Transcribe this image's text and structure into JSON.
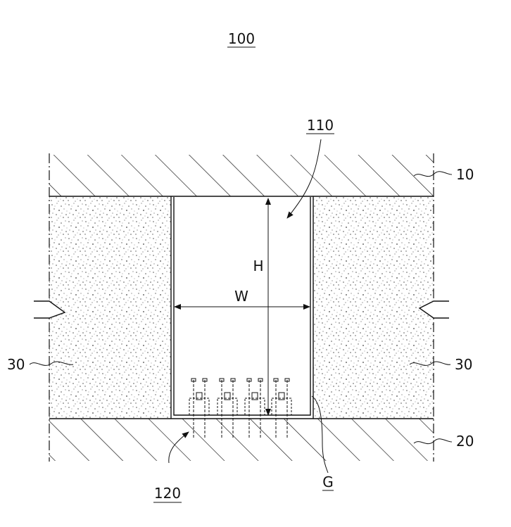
{
  "figure": {
    "number": "100",
    "labels": {
      "beam_top": "10",
      "beam_bottom": "20",
      "infill_left": "30",
      "infill_right": "30",
      "opening": "110",
      "anchors": "120",
      "gap": "G",
      "height": "H",
      "width": "W"
    }
  }
}
